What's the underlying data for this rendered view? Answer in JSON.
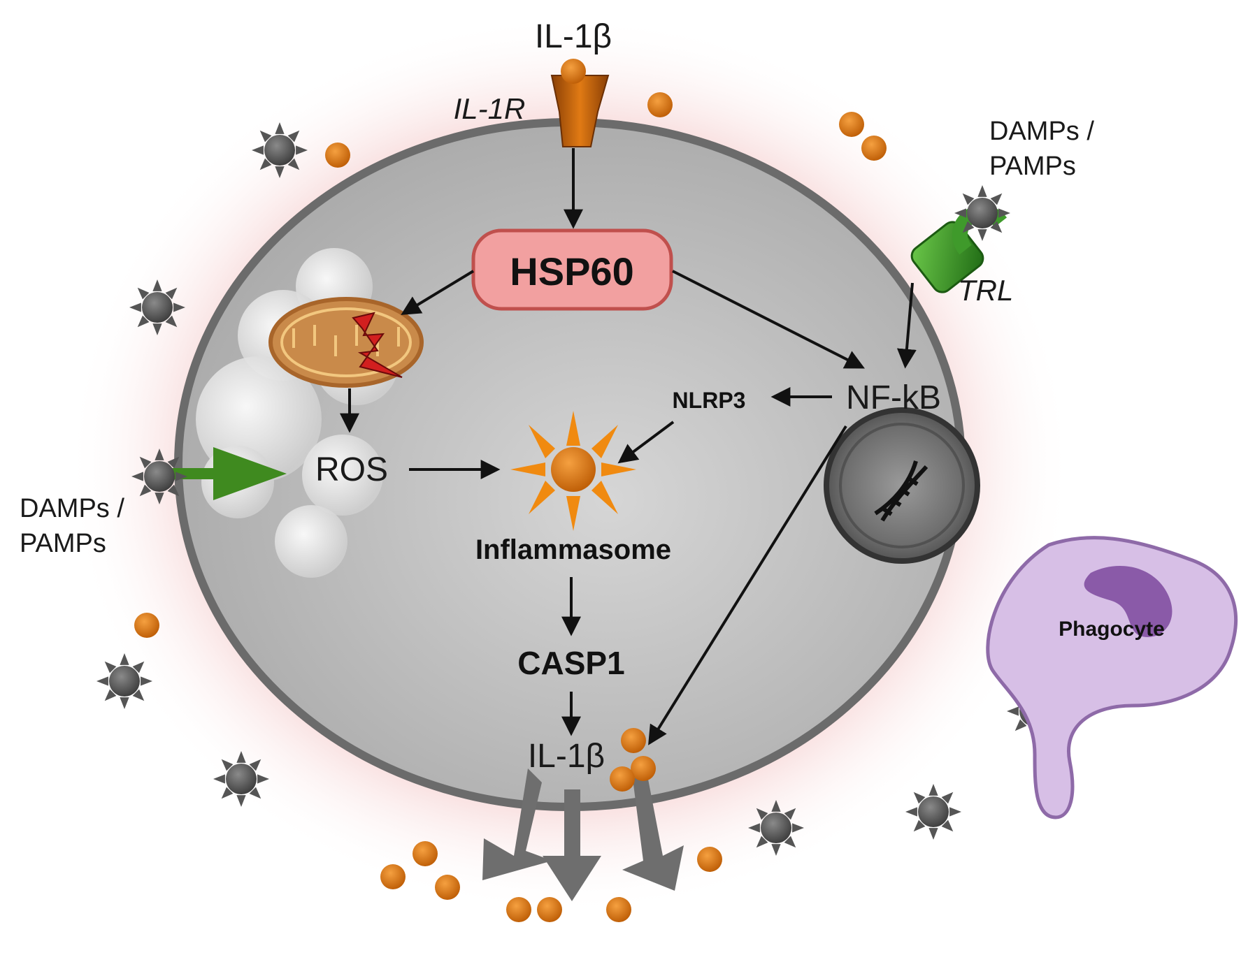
{
  "labels": {
    "il1b_top": "IL-1β",
    "il1r": "IL-1R",
    "damps_right_l1": "DAMPs /",
    "damps_right_l2": "PAMPs",
    "hsp60": "HSP60",
    "trl": "TRL",
    "nfkb": "NF-kB",
    "nlrp3": "NLRP3",
    "ros": "ROS",
    "damps_left_l1": "DAMPs /",
    "damps_left_l2": "PAMPs",
    "inflammasome": "Inflammasome",
    "casp1": "CASP1",
    "il1b_bottom": "IL-1β",
    "phagocyte": "Phagocyte"
  },
  "colors": {
    "cell_fill": "#b9b9b9",
    "cell_border": "#6b6b6b",
    "halo": "#f6d6d6",
    "hsp60_fill": "#f2a0a0",
    "hsp60_border": "#c0504d",
    "il1b_particle": "#d9780f",
    "receptor_il1r": "#c9650a",
    "receptor_trl": "#3f9a2b",
    "green_arrow": "#3f8a1f",
    "inflammasome": "#f08a10",
    "mitochondrion": "#c98a4a",
    "lightning": "#d21f1f",
    "phagocyte_fill": "#d7bfe6",
    "phagocyte_border": "#8e6aa8",
    "phagocyte_nucleus": "#8a5aa8",
    "damp_particle": "#555555",
    "nucleus": "#555555"
  },
  "icons": {
    "dna": "dna-icon",
    "lightning": "lightning-bolt-icon",
    "damp": "damp-star-particle-icon",
    "il1b": "il1b-particle-icon"
  }
}
